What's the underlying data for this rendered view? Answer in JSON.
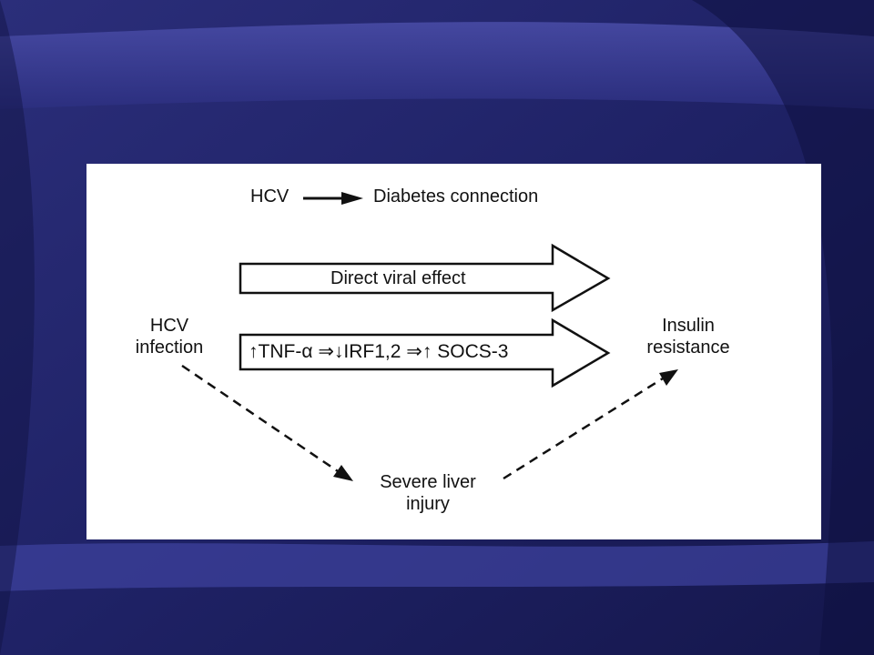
{
  "colors": {
    "background": "#1f2266",
    "background_band": "#3c3f96",
    "panel": "#ffffff",
    "ink": "#111111"
  },
  "diagram": {
    "title_left": "HCV",
    "title_right": "Diabetes connection",
    "source_node": {
      "line1": "HCV",
      "line2": "infection"
    },
    "target_node": {
      "line1": "Insulin",
      "line2": "resistance"
    },
    "intermediate_node": {
      "line1": "Severe liver",
      "line2": "injury"
    },
    "arrow_direct": "Direct viral effect",
    "arrow_pathway": {
      "part1": "TNF-",
      "alpha": "α",
      "part2": "IRF1,2",
      "part3": "SOCS-3",
      "up_arrow": "↑",
      "down_arrow": "↓",
      "implies": "⇒"
    }
  }
}
